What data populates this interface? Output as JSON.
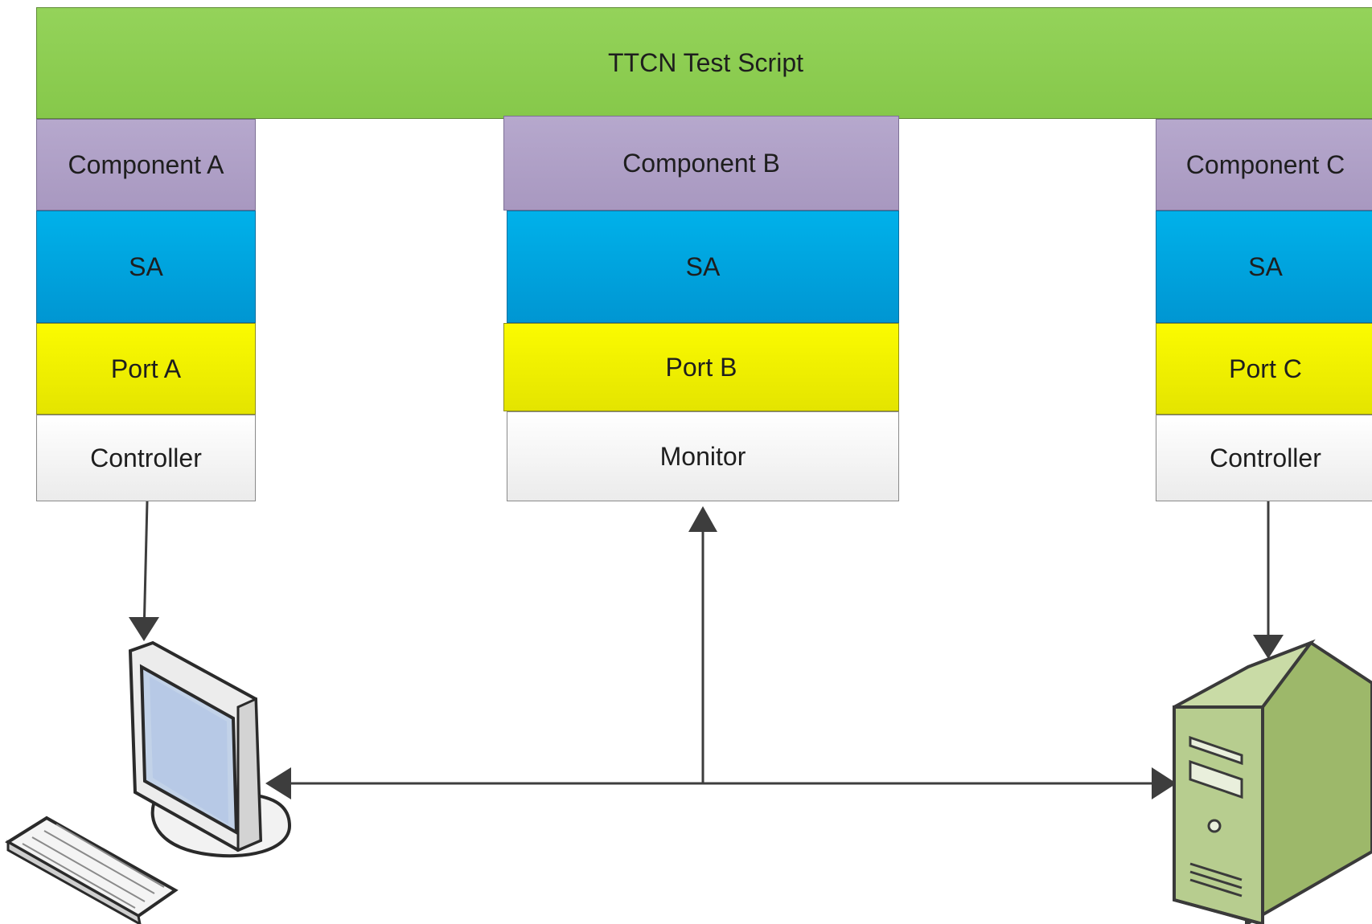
{
  "diagram": {
    "script_label": "TTCN Test Script",
    "columns": [
      {
        "component": "Component A",
        "sa": "SA",
        "port": "Port A",
        "role": "Controller"
      },
      {
        "component": "Component B",
        "sa": "SA",
        "port": "Port B",
        "role": "Monitor"
      },
      {
        "component": "Component C",
        "sa": "SA",
        "port": "Port C",
        "role": "Controller"
      }
    ],
    "devices": [
      {
        "icon": "workstation-icon"
      },
      {
        "icon": "server-tower-icon"
      }
    ],
    "colors": {
      "script": "#8dce51",
      "component": "#afa2c8",
      "sa": "#00a4df",
      "port": "#f2f200",
      "controller": "#f4f4f4",
      "server": "#b3c98a"
    }
  }
}
